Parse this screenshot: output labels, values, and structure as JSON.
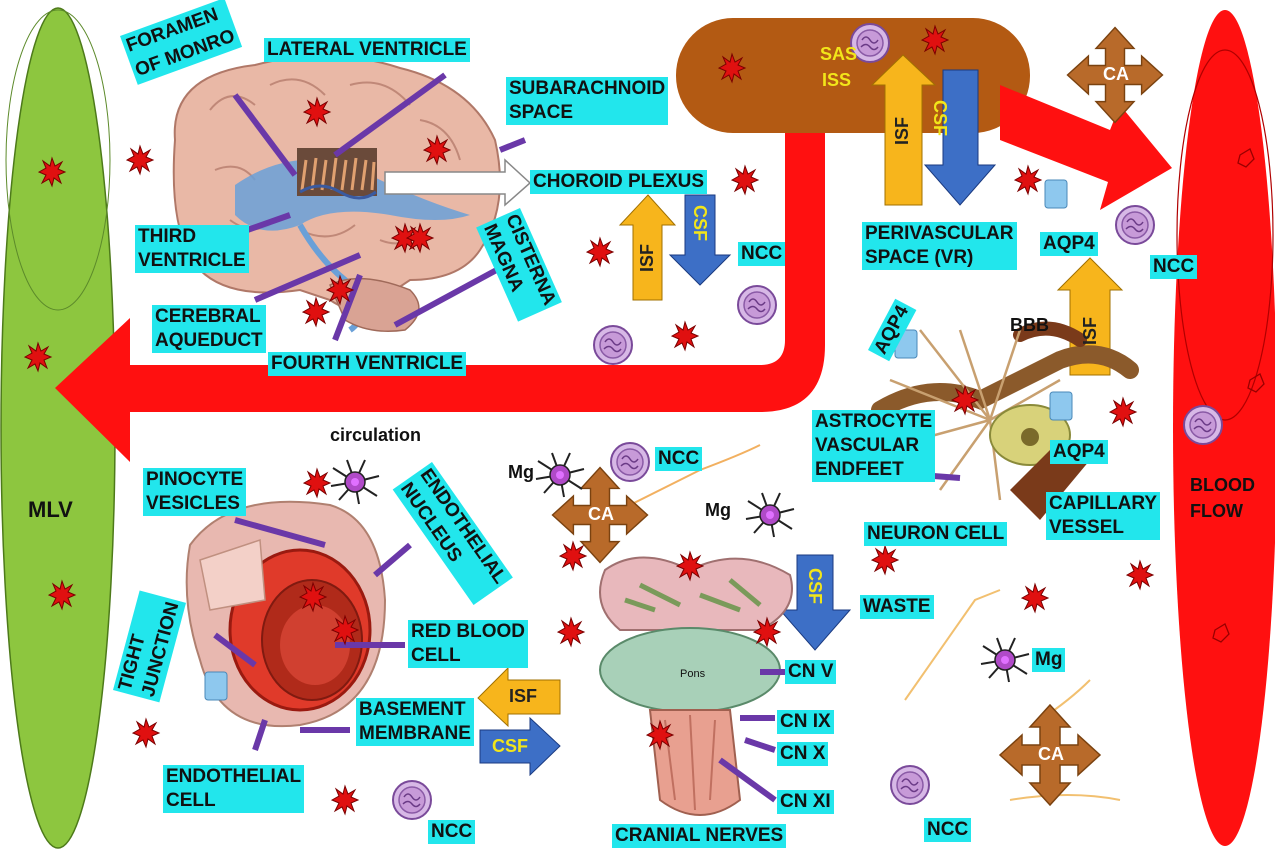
{
  "labels": {
    "foramen": [
      "FORAMEN",
      "OF MONRO"
    ],
    "lateral_ventricle": "LATERAL VENTRICLE",
    "subarachnoid": [
      "SUBARACHNOID",
      "SPACE"
    ],
    "choroid_plexus": "CHOROID PLEXUS",
    "third_ventricle": [
      "THIRD",
      "VENTRICLE"
    ],
    "cerebral_aqueduct": [
      "CEREBRAL",
      "AQUEDUCT"
    ],
    "fourth_ventricle": "FOURTH VENTRICLE",
    "cisterna_magna": [
      "CISTERNA",
      "MAGNA"
    ],
    "sas": "SAS",
    "iss": "ISS",
    "isf": "ISF",
    "csf": "CSF",
    "perivascular": [
      "PERIVASCULAR",
      "SPACE (VR)"
    ],
    "aqp4": "AQP4",
    "ncc": "NCC",
    "bbb": "BBB",
    "astrocyte": [
      "ASTROCYTE",
      "VASCULAR",
      "ENDFEET"
    ],
    "neuron_cell": "NEURON CELL",
    "capillary": [
      "CAPILLARY",
      "VESSEL"
    ],
    "blood_flow": [
      "BLOOD",
      "FLOW"
    ],
    "mlv": "MLV",
    "circulation": "circulation",
    "pinocyte": [
      "PINOCYTE",
      "VESICLES"
    ],
    "endothelial_nucleus": [
      "ENDOTHELIAL",
      "NUCLEUS"
    ],
    "tight_junction": [
      "TIGHT",
      "JUNCTION"
    ],
    "red_blood_cell": [
      "RED BLOOD",
      "CELL"
    ],
    "basement_membrane": [
      "BASEMENT",
      "MEMBRANE"
    ],
    "endothelial_cell": [
      "ENDOTHELIAL",
      "CELL"
    ],
    "mg": "Mg",
    "ca": "CA",
    "waste": "WASTE",
    "cn_v": "CN V",
    "cn_ix": "CN IX",
    "cn_x": "CN X",
    "cn_xi": "CN XI",
    "cranial_nerves": "CRANIAL NERVES",
    "pons": "Pons"
  },
  "colors": {
    "label_bg": "#22e6ec",
    "mlv_green": "#8dc63f",
    "blood_red": "#ff1010",
    "sas_brown": "#b35a13",
    "isf_yellow": "#f7b51c",
    "csf_blue": "#3d6fc6",
    "arrow_purple": "#6a38a8",
    "ca_brown": "#b86a2a"
  }
}
